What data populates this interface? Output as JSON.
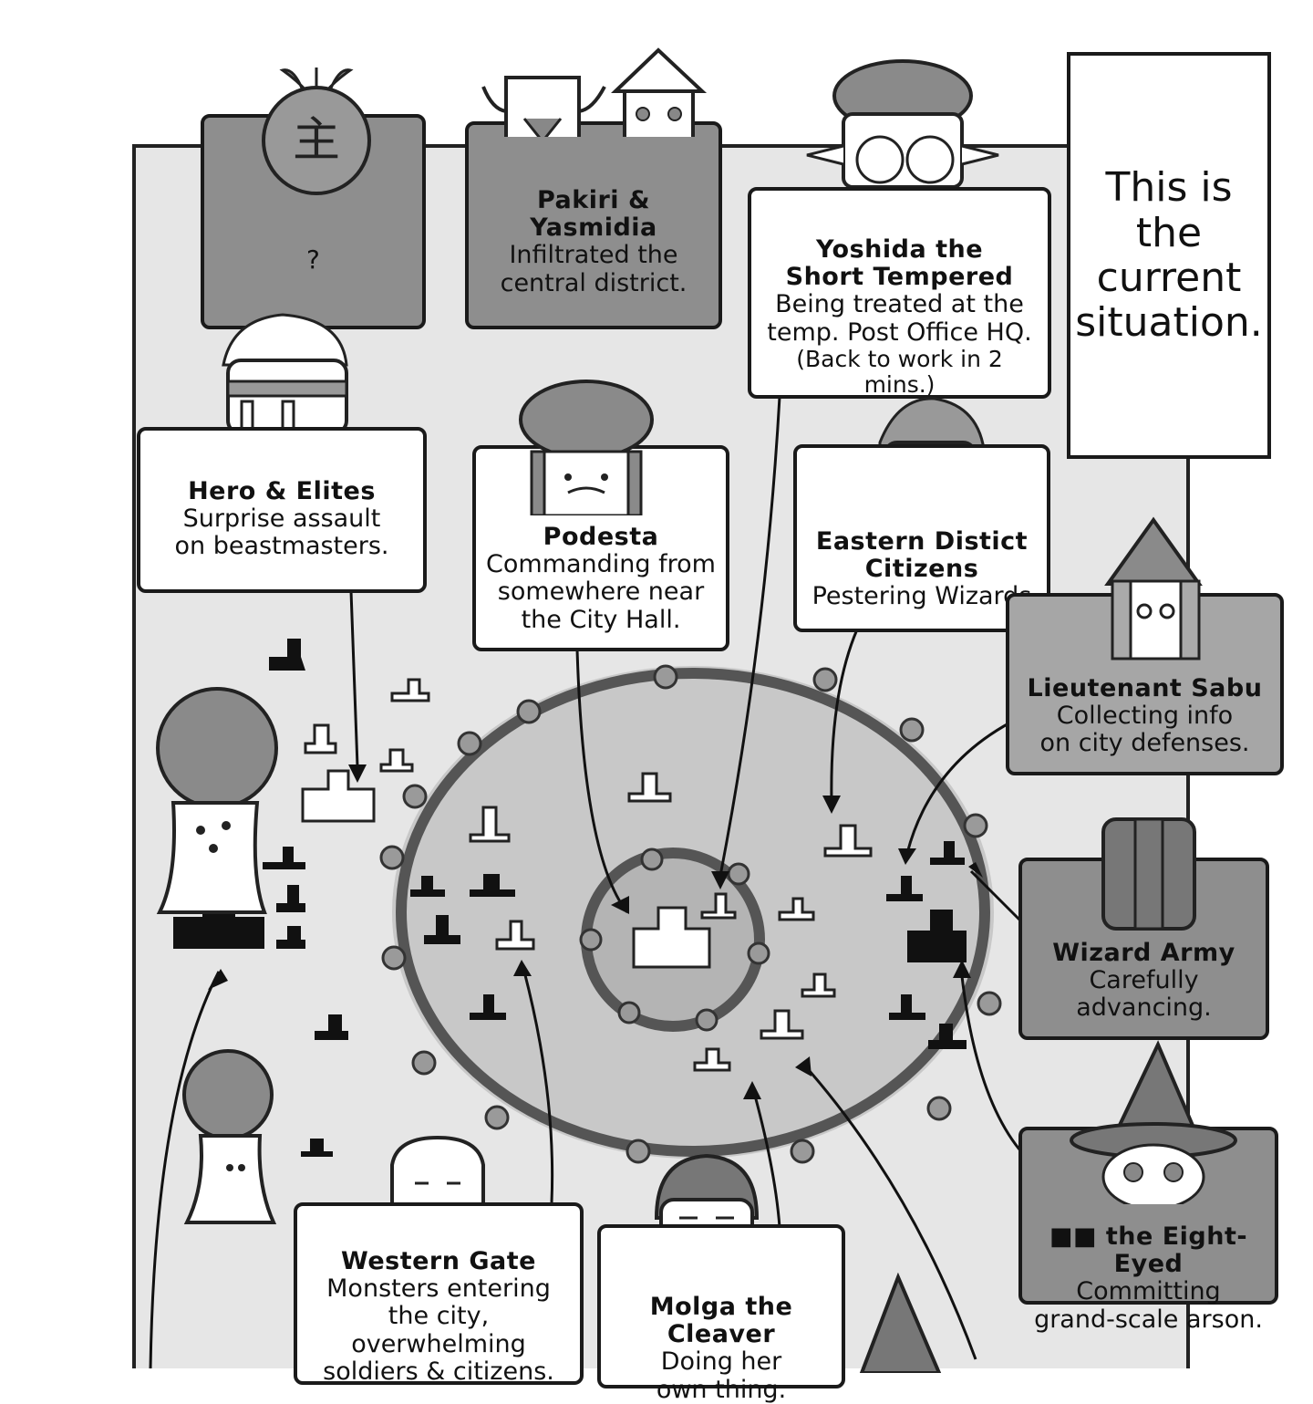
{
  "narration": {
    "text": "This is\nthe\ncurrent\nsituation."
  },
  "cards": {
    "unknown": {
      "desc": "?"
    },
    "pakiri": {
      "name_line1": "Pakiri &",
      "name_line2": "Yasmidia",
      "desc_line1": "Infiltrated the",
      "desc_line2": "central district."
    },
    "yoshida": {
      "name_line1": "Yoshida the",
      "name_line2": "Short Tempered",
      "desc_line1": "Being treated at the",
      "desc_line2": "temp. Post Office HQ.",
      "desc_line3": "(Back to work in 2 mins.)"
    },
    "hero": {
      "name": "Hero & Elites",
      "desc_line1": "Surprise assault",
      "desc_line2": "on beastmasters."
    },
    "podesta": {
      "name": "Podesta",
      "desc_line1": "Commanding from",
      "desc_line2": "somewhere near",
      "desc_line3": "the City Hall."
    },
    "eastern": {
      "name_line1": "Eastern Distict",
      "name_line2": "Citizens",
      "desc": "Pestering Wizards"
    },
    "sabu": {
      "name": "Lieutenant Sabu",
      "desc_line1": "Collecting info",
      "desc_line2": "on city defenses."
    },
    "wizard": {
      "name": "Wizard Army",
      "desc_line1": "Carefully",
      "desc_line2": "advancing."
    },
    "eighteyed": {
      "name": "■■ the Eight-Eyed",
      "desc_line1": "Committing",
      "desc_line2": "grand-scale arson."
    },
    "western": {
      "name": "Western Gate",
      "desc_line1": "Monsters entering",
      "desc_line2": "the city, overwhelming",
      "desc_line3": "soldiers & citizens."
    },
    "molga": {
      "name": "Molga the Cleaver",
      "desc_line1": "Doing her",
      "desc_line2": "own thing."
    }
  },
  "icons": {
    "unknown_face": "king-kanji-orange-icon",
    "monster_tree": "tree-monster-icon",
    "building_ally": "white-building-icon",
    "building_enemy": "black-building-icon"
  },
  "colors": {
    "panel_dark": "#8e8e8e",
    "panel_mid": "#a6a6a6",
    "map": "#e6e6e6",
    "city": "#c8c8c8"
  }
}
